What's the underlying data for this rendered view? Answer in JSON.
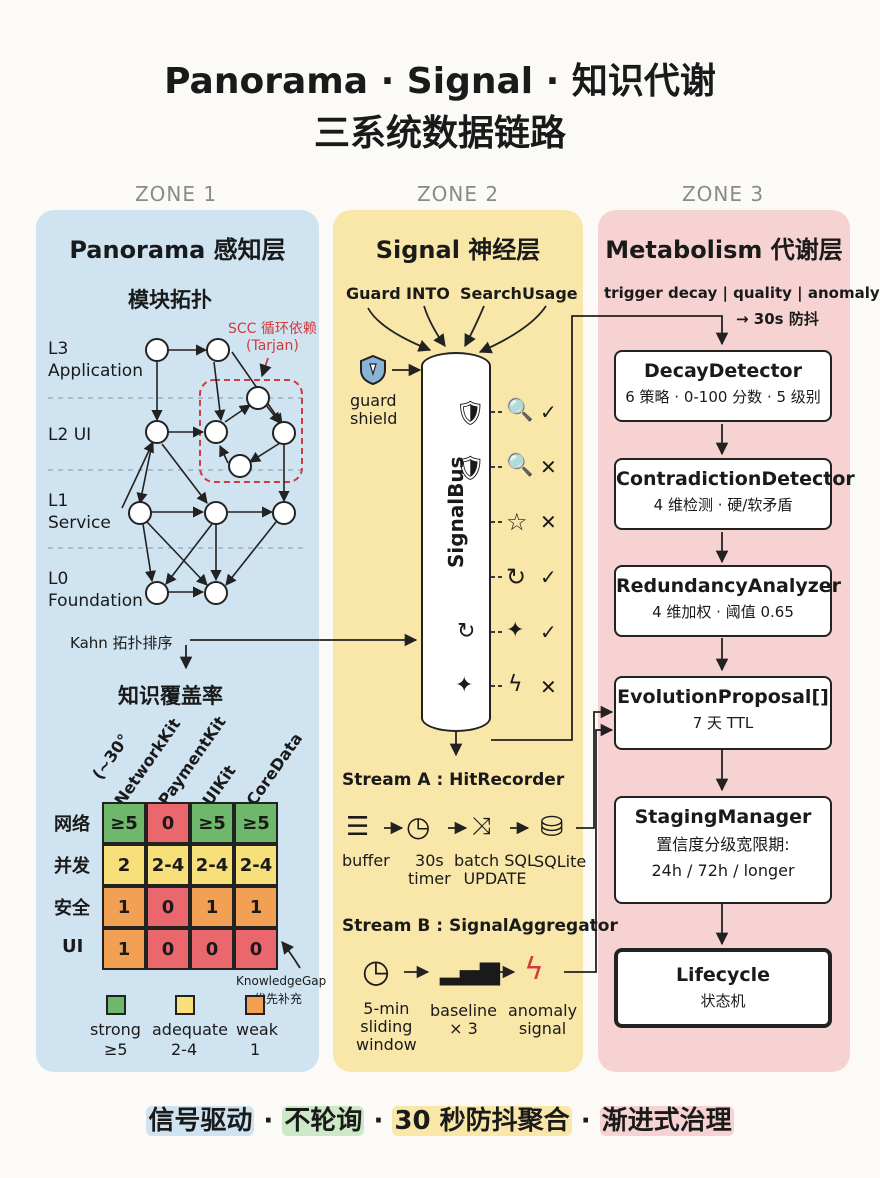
{
  "title": {
    "line1": "Panorama · Signal · 知识代谢",
    "line2": "三系统数据链路"
  },
  "zones": [
    "ZONE 1",
    "ZONE 2",
    "ZONE 3"
  ],
  "panorama": {
    "title": "Panorama 感知层",
    "module_title": "模块拓扑",
    "scc_label": "SCC 循环依赖",
    "scc_sub": "(Tarjan)",
    "levels": [
      "L3\nApplication",
      "L2 UI",
      "L1\nService",
      "L0\nFoundation"
    ],
    "kahn": "Kahn 拓扑排序",
    "coverage_title": "知识覆盖率",
    "columns": [
      "(~30°",
      "NetworkKit",
      "PaymentKit",
      "UIKit",
      "CoreData"
    ],
    "rows": [
      "网络",
      "并发",
      "安全",
      "UI"
    ],
    "cells": [
      [
        "≥5",
        "0",
        "≥5",
        "≥5"
      ],
      [
        "2",
        "2-4",
        "2-4",
        "2-4"
      ],
      [
        "1",
        "0",
        "1",
        "1"
      ],
      [
        "1",
        "0",
        "0",
        "0"
      ]
    ],
    "cell_colors": [
      [
        "g",
        "r",
        "g",
        "g"
      ],
      [
        "y",
        "y",
        "y",
        "y"
      ],
      [
        "o",
        "r",
        "o",
        "o"
      ],
      [
        "o",
        "r",
        "r",
        "r"
      ]
    ],
    "gap_label": "KnowledgeGap",
    "gap_sub": "→优先补充",
    "legend": [
      {
        "label": "strong",
        "sub": "≥5",
        "color": "#6fb76a"
      },
      {
        "label": "adequate",
        "sub": "2-4",
        "color": "#f7df7a"
      },
      {
        "label": "weak",
        "sub": "1",
        "color": "#f2a154"
      }
    ]
  },
  "signal": {
    "title": "Signal 神经层",
    "inputs": [
      "Guard",
      "INTO",
      "Search",
      "Usage"
    ],
    "guard_label": "guard\nshield",
    "bus": "SignalBus",
    "stream_a": "Stream A : HitRecorder",
    "stream_a_items": [
      "buffer",
      "30s\ntimer",
      "batch SQL\nUPDATE",
      "SQLite"
    ],
    "stream_b": "Stream B : SignalAggregator",
    "stream_b_items": [
      "5-min\nsliding\nwindow",
      "baseline\n× 3",
      "anomaly\nsignal"
    ]
  },
  "metabolism": {
    "title": "Metabolism 代谢层",
    "trigger": "trigger decay | quality | anomaly",
    "debounce": "→ 30s 防抖",
    "boxes": [
      {
        "name": "DecayDetector",
        "sub": "6 策略 · 0-100 分数 · 5 级别"
      },
      {
        "name": "ContradictionDetector",
        "sub": "4 维检测 · 硬/软矛盾"
      },
      {
        "name": "RedundancyAnalyzer",
        "sub": "4 维加权 · 阈值 0.65"
      },
      {
        "name": "EvolutionProposal[]",
        "sub": "7 天 TTL"
      },
      {
        "name": "StagingManager",
        "sub": "置信度分级宽限期:\n24h / 72h / longer"
      },
      {
        "name": "Lifecycle",
        "sub": "状态机"
      }
    ]
  },
  "footer": [
    "信号驱动",
    "·",
    "不轮询",
    "·",
    "30 秒防抖聚合",
    "·",
    "渐进式治理"
  ]
}
